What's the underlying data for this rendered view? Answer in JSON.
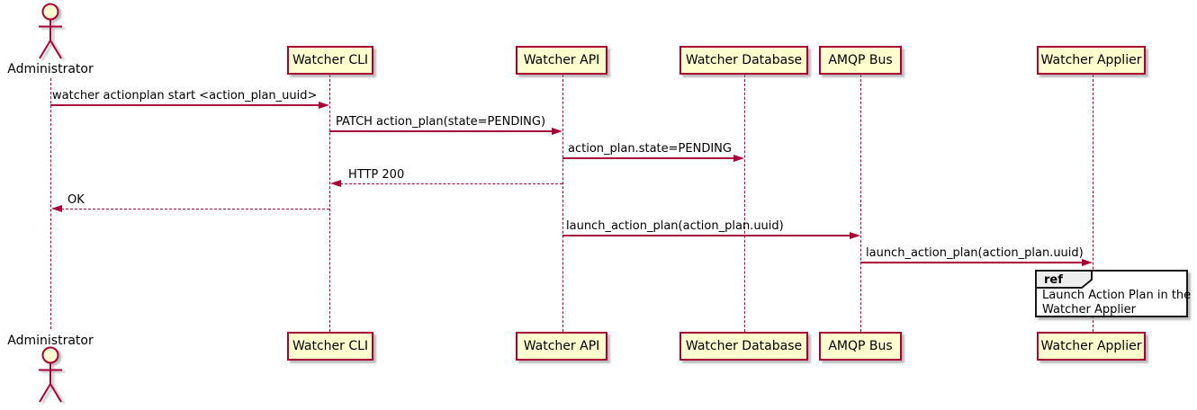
{
  "diagram": {
    "type": "uml-sequence-diagram",
    "actor": {
      "label": "Administrator"
    },
    "participants": [
      {
        "label": "Watcher CLI"
      },
      {
        "label": "Watcher API"
      },
      {
        "label": "Watcher Database"
      },
      {
        "label": "AMQP Bus"
      },
      {
        "label": "Watcher Applier"
      }
    ],
    "messages": [
      {
        "from": "Administrator",
        "to": "Watcher CLI",
        "style": "solid",
        "label": "watcher actionplan start <action_plan_uuid>"
      },
      {
        "from": "Watcher CLI",
        "to": "Watcher API",
        "style": "solid",
        "label": "PATCH action_plan(state=PENDING)"
      },
      {
        "from": "Watcher API",
        "to": "Watcher Database",
        "style": "solid",
        "label": "action_plan.state=PENDING"
      },
      {
        "from": "Watcher API",
        "to": "Watcher CLI",
        "style": "dashed",
        "label": "HTTP 200"
      },
      {
        "from": "Watcher CLI",
        "to": "Administrator",
        "style": "dashed",
        "label": "OK"
      },
      {
        "from": "Watcher API",
        "to": "AMQP Bus",
        "style": "solid",
        "label": "launch_action_plan(action_plan.uuid)"
      },
      {
        "from": "AMQP Bus",
        "to": "Watcher Applier",
        "style": "solid",
        "label": "launch_action_plan(action_plan.uuid)"
      }
    ],
    "ref_fragment": {
      "keyword": "ref",
      "over": "Watcher Applier",
      "lines": [
        "Launch Action Plan in the",
        "Watcher Applier"
      ]
    },
    "colors": {
      "participant_fill": "#FEFECE",
      "accent": "#A80036",
      "ref_border": "#181818",
      "ref_tab_fill": "#EEEEEE",
      "text": "#000000",
      "background": "#FFFFFF"
    }
  }
}
